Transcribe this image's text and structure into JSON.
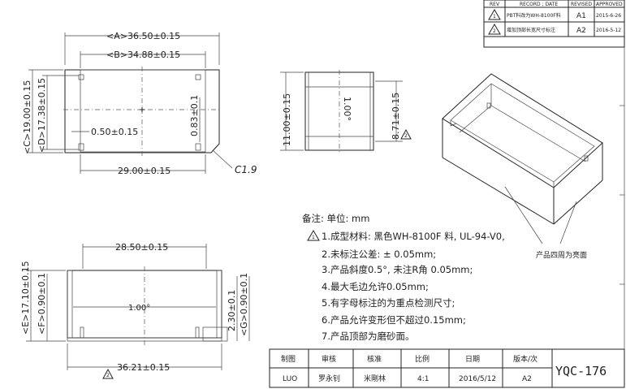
{
  "revision_table": {
    "headers": [
      "REV",
      "RECORD ; DATE",
      "REVISED",
      "APPROVED"
    ],
    "rows": [
      {
        "rev": "1",
        "record": "PBT料改为WH-8100F料",
        "revised": "A1",
        "date": "2015-6-26"
      },
      {
        "rev": "2",
        "record": "增加顶部长宽尺寸标注",
        "revised": "A2",
        "date": "2016-5-12"
      }
    ]
  },
  "top_view": {
    "dim_a": "<A>36.50±0.15",
    "dim_b": "<B>34.88±0.15",
    "dim_c": "<C>19.00±0.15",
    "dim_d": "<D>17.38±0.15",
    "dim_wall": "0.50±0.15",
    "dim_083": "0.83±0.1",
    "dim_29": "29.00±0.15",
    "chamfer": "C1.9"
  },
  "side_view": {
    "dim_11": "11.00±0.15",
    "dim_100": "1.00°",
    "dim_871": "8.71±0.15",
    "rev_mark": "2"
  },
  "front_view": {
    "dim_2850": "28.50±0.15",
    "dim_e": "<E>17.10±0.15",
    "dim_f": "<F>0.90±0.1",
    "dim_angle": "1.00°",
    "dim_230": "2.30±0.1",
    "dim_g": "<G>0.90±0.1",
    "dim_3621": "36.21±0.15",
    "rev_mark": "2"
  },
  "iso_view": {
    "callout": "产品四周为亮面"
  },
  "notes": {
    "header": "备注:  单位: mm",
    "rev_mark": "1",
    "lines": [
      "1.成型材料: 黑色WH-8100F 料, UL-94-V0,",
      "2.未标注公差: ± 0.05mm;",
      "3.产品斜度0.5°, 未注R角 0.05mm;",
      "4.最大毛边允许0.05mm;",
      "5.有字母标注的为重点检测尺寸;",
      "6.产品允许变形但不超过0.15mm;",
      "7.产品顶部为磨砂面。"
    ]
  },
  "title_block": {
    "headers": [
      "制图",
      "审核",
      "核准",
      "比例",
      "日期",
      "版本/次"
    ],
    "values": [
      "LUO",
      "罗永钊",
      "米剛林",
      "4:1",
      "2016/5/12",
      "A2"
    ],
    "drawing_no": "YQC-176"
  }
}
